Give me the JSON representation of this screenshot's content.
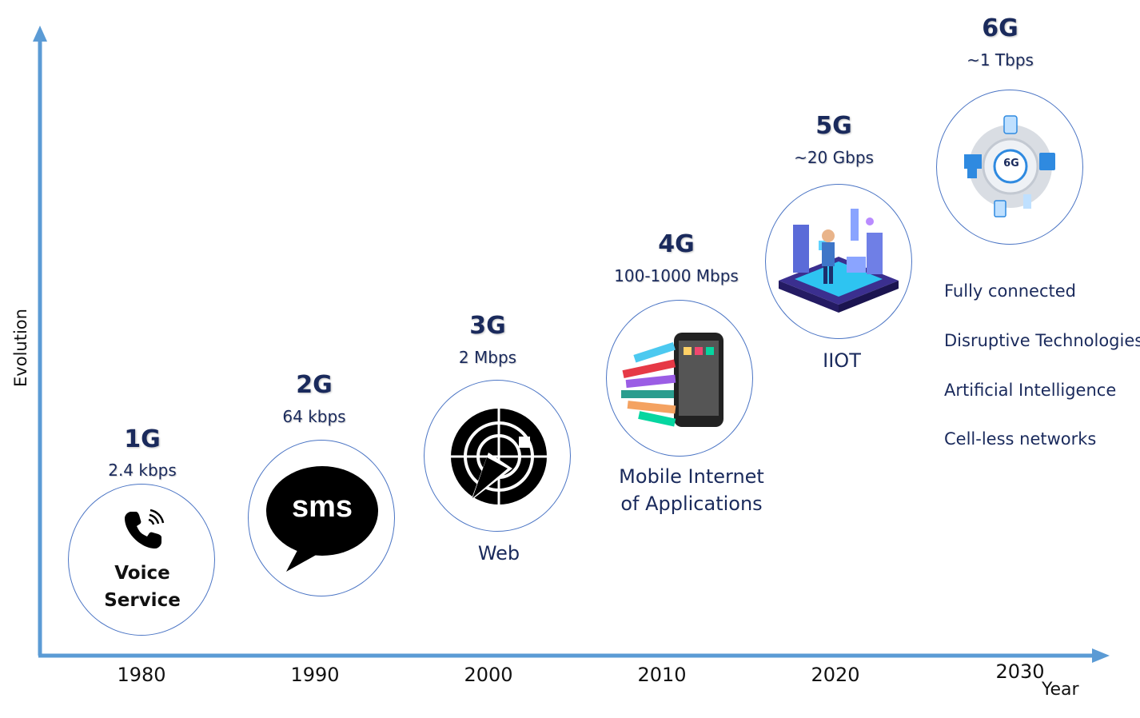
{
  "axes": {
    "y_label": "Evolution",
    "x_label": "Year",
    "color": "#5b9bd5"
  },
  "years": [
    "1980",
    "1990",
    "2000",
    "2010",
    "2020",
    "2030"
  ],
  "generations": [
    {
      "name": "1G",
      "speed": "2.4 kbps",
      "caption": "Voice Service",
      "icon": "phone-icon"
    },
    {
      "name": "2G",
      "speed": "64 kbps",
      "caption": "",
      "icon": "sms-bubble-icon",
      "icon_text": "sms"
    },
    {
      "name": "3G",
      "speed": "2 Mbps",
      "caption": "Web",
      "icon": "web-cursor-icon"
    },
    {
      "name": "4G",
      "speed": "100-1000 Mbps",
      "caption_lines": [
        "Mobile Internet",
        "of Applications"
      ],
      "icon": "smartphone-apps-icon"
    },
    {
      "name": "5G",
      "speed": "~20 Gbps",
      "caption": "IIOT",
      "icon": "iiot-factory-icon"
    },
    {
      "name": "6G",
      "speed": "~1 Tbps",
      "caption": "",
      "icon": "6g-network-icon",
      "icon_text": "6G"
    }
  ],
  "features_6g": [
    "Fully connected",
    "Disruptive Technologies",
    "Artificial Intelligence",
    "Cell-less networks"
  ],
  "colors": {
    "title": "#1a2a5c",
    "circle_border": "#4a74c4",
    "axis": "#5b9bd5"
  }
}
